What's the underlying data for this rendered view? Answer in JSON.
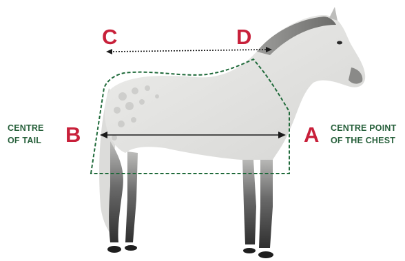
{
  "diagram": {
    "labels": {
      "a": "A",
      "b": "B",
      "c": "C",
      "d": "D"
    },
    "captions": {
      "tail": [
        "CENTRE",
        "OF TAIL"
      ],
      "chest": [
        "CENTRE POINT",
        "OF THE CHEST"
      ]
    },
    "colors": {
      "letter": "#c8203a",
      "caption": "#27603b",
      "outline": "#1f6a3a",
      "arrow": "#1a1a1a",
      "horse_coat": "#e7e7e5",
      "horse_dapple": "#c9c9c7",
      "horse_legs": "#3a3a3a"
    }
  }
}
